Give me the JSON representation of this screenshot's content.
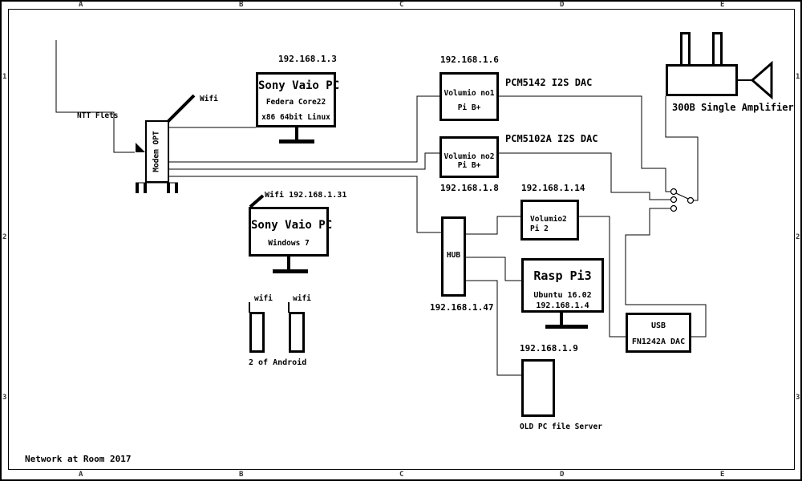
{
  "title": "Network at Room 2017",
  "ruler": {
    "cols": [
      "A",
      "B",
      "C",
      "D",
      "E"
    ],
    "rows": [
      "1",
      "2",
      "3"
    ]
  },
  "nodes": {
    "ntt": {
      "label": "NTT Flets"
    },
    "modem": {
      "label": "Modem OPT",
      "wifi": "Wifi"
    },
    "sony_linux": {
      "ip": "192.168.1.3",
      "title": "Sony Vaio PC",
      "line1": "Federa Core22",
      "line2": "x86 64bit Linux"
    },
    "volumio_no1": {
      "ip": "192.168.1.6",
      "line1": "Volumio no1",
      "line2": "Pi B+",
      "dac": "PCM5142 I2S DAC"
    },
    "volumio_no2": {
      "ip": "192.168.1.8",
      "line1": "Volumio no2",
      "line2": "Pi B+",
      "dac": "PCM5102A I2S DAC"
    },
    "sony_win": {
      "wifi": "Wifi 192.168.1.31",
      "title": "Sony Vaio PC",
      "line1": "Windows 7"
    },
    "phones": {
      "wifi1": "wifi",
      "wifi2": "wifi",
      "caption": "2 of Android"
    },
    "hub": {
      "label": "HUB",
      "ip": "192.168.1.47"
    },
    "volumio2": {
      "ip": "192.168.1.14",
      "line1": "Volumio2",
      "line2": "Pi 2"
    },
    "rasp": {
      "title": "Rasp Pi3",
      "line1": "Ubuntu 16.02",
      "line2": "192.168.1.4"
    },
    "usb_dac": {
      "line1": "USB",
      "line2": "FN1242A DAC"
    },
    "oldpc": {
      "ip": "192.168.1.9",
      "caption": "OLD PC file Server"
    },
    "amp": {
      "label": "300B Single Amplifier"
    }
  }
}
